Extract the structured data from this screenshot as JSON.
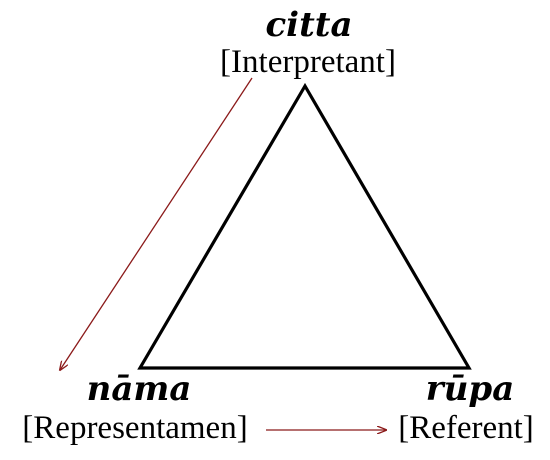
{
  "nodes": {
    "top": {
      "title": "citta",
      "subtitle": "[Interpretant]"
    },
    "left": {
      "title": "nāma",
      "subtitle": "[Representamen]"
    },
    "right": {
      "title": "rūpa",
      "subtitle": "[Referent]"
    }
  },
  "colors": {
    "triangle": "#000000",
    "arrow": "#8b1a1a",
    "text": "#000000"
  }
}
